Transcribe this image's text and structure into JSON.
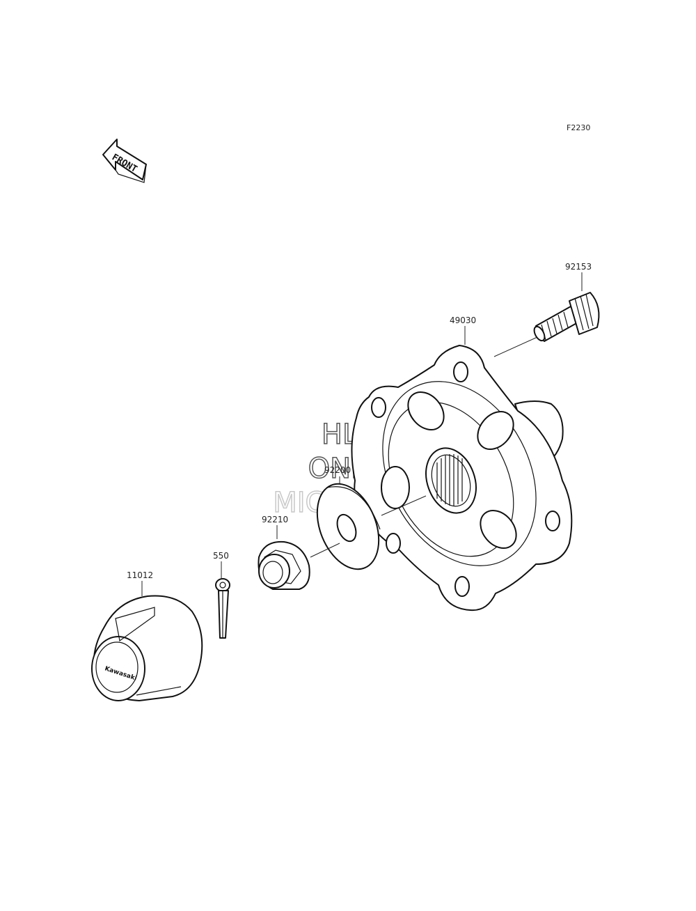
{
  "figure_code": "F2230",
  "front_arrow_label": "FRONT",
  "watermark": [
    "HLSM",
    "ONLINE",
    "MICROFICHE"
  ],
  "parts": [
    {
      "number": "92153"
    },
    {
      "number": "49030"
    },
    {
      "number": "92200"
    },
    {
      "number": "92210"
    },
    {
      "number": "550"
    },
    {
      "number": "11012"
    }
  ],
  "cap_logo_text": "Kawasaki"
}
